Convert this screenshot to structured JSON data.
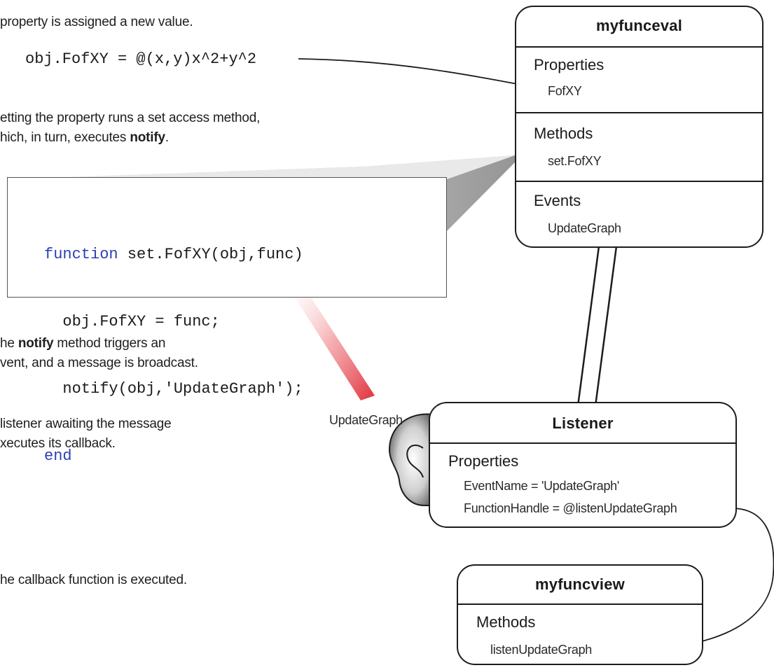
{
  "notes": {
    "step1": "property is assigned a new value.",
    "assignment_code": "obj.FofXY = @(x,y)x^2+y^2",
    "step2_line1": "etting the property runs a set access method,",
    "step2_line2_prefix": "hich, in turn, executes ",
    "step2_line2_bold": "notify",
    "step2_line2_suffix": ".",
    "step3_line1_prefix": "he ",
    "step3_line1_bold": "notify",
    "step3_line1_suffix": " method triggers an",
    "step3_line2": "vent, and a message is broadcast.",
    "step4_line1": "listener awaiting the message",
    "step4_line2": "xecutes its callback.",
    "step5": "he callback function is executed."
  },
  "code_panel": {
    "line1_keyword": "function",
    "line1_rest": " set.FofXY(obj,func)",
    "line2": "  obj.FofXY = func;",
    "line3_prefix": "  notify(obj",
    "line3_highlight": ",'UpdateGraph'",
    "line3_suffix": ");",
    "line4_keyword": "end"
  },
  "myfunceval": {
    "title": "myfunceval",
    "properties_header": "Properties",
    "property_item": "FofXY",
    "methods_header": "Methods",
    "method_item": "set.FofXY",
    "events_header": "Events",
    "event_item": "UpdateGraph"
  },
  "broadcast_label": "UpdateGraph",
  "listener": {
    "title": "Listener",
    "properties_header": "Properties",
    "event_name": "EventName = 'UpdateGraph'",
    "function_handle": "FunctionHandle = @listenUpdateGraph"
  },
  "myfuncview": {
    "title": "myfuncview",
    "methods_header": "Methods",
    "method_item": "listenUpdateGraph"
  },
  "colors": {
    "highlight_red": "#e0303a",
    "keyword_blue": "#2a3fb5",
    "outline": "#1c1c1c"
  }
}
